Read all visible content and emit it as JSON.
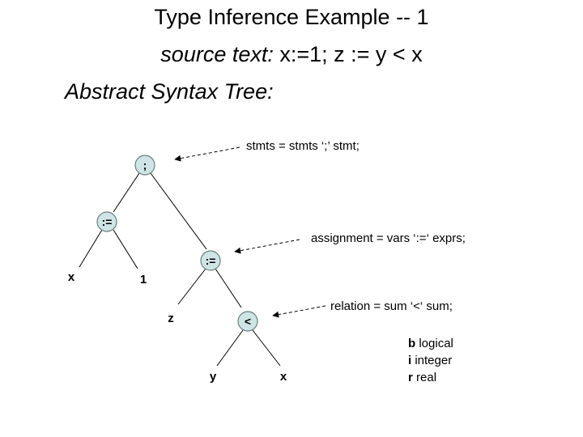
{
  "title": "Type Inference Example  -- 1",
  "source": {
    "label": "source text:",
    "code": " x:=1; z := y < x"
  },
  "ast_heading": "Abstract Syntax Tree:",
  "tree": {
    "nodes": [
      {
        "id": "semi",
        "label": ";"
      },
      {
        "id": "assign1",
        "label": ":="
      },
      {
        "id": "assign2",
        "label": ":="
      },
      {
        "id": "lt",
        "label": "<"
      }
    ],
    "leaves": [
      {
        "id": "x1",
        "label": "x"
      },
      {
        "id": "one",
        "label": "1"
      },
      {
        "id": "z",
        "label": "z"
      },
      {
        "id": "y",
        "label": "y"
      },
      {
        "id": "x2",
        "label": "x"
      }
    ]
  },
  "annotations": [
    {
      "id": "stmts",
      "text": "stmts = stmts ‘;’ stmt;"
    },
    {
      "id": "assignment",
      "text": "assignment = vars ‘:=‘ exprs;"
    },
    {
      "id": "relation",
      "text": "relation = sum ‘<‘ sum;"
    }
  ],
  "legend": [
    {
      "key": "b",
      "desc": " logical"
    },
    {
      "key": "i",
      "desc": " integer"
    },
    {
      "key": "r",
      "desc": " real"
    }
  ],
  "colors": {
    "node_fill": "#cfe4e4",
    "node_stroke": "#6a7f7f"
  }
}
